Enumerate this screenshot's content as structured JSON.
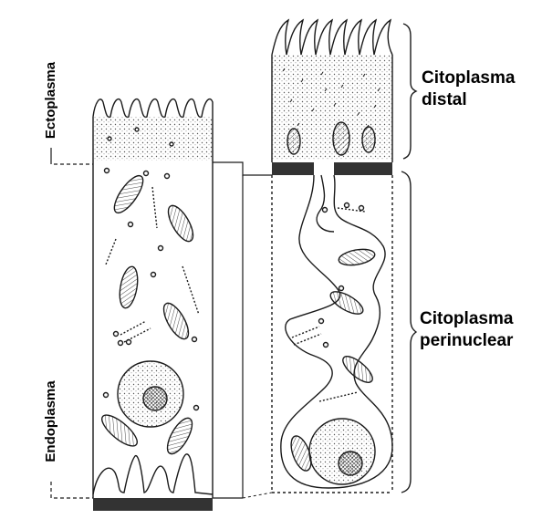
{
  "labels": {
    "ectoplasma": "Ectoplasma",
    "endoplasma": "Endoplasma",
    "citoplasma_distal": [
      "Citoplasma",
      "distal"
    ],
    "citoplasma_perinuclear": [
      "Citoplasma",
      "perinuclear"
    ]
  },
  "colors": {
    "ink": "#1a1a1a",
    "band": "#333333",
    "stipple": "#555555",
    "background": "#ffffff"
  }
}
